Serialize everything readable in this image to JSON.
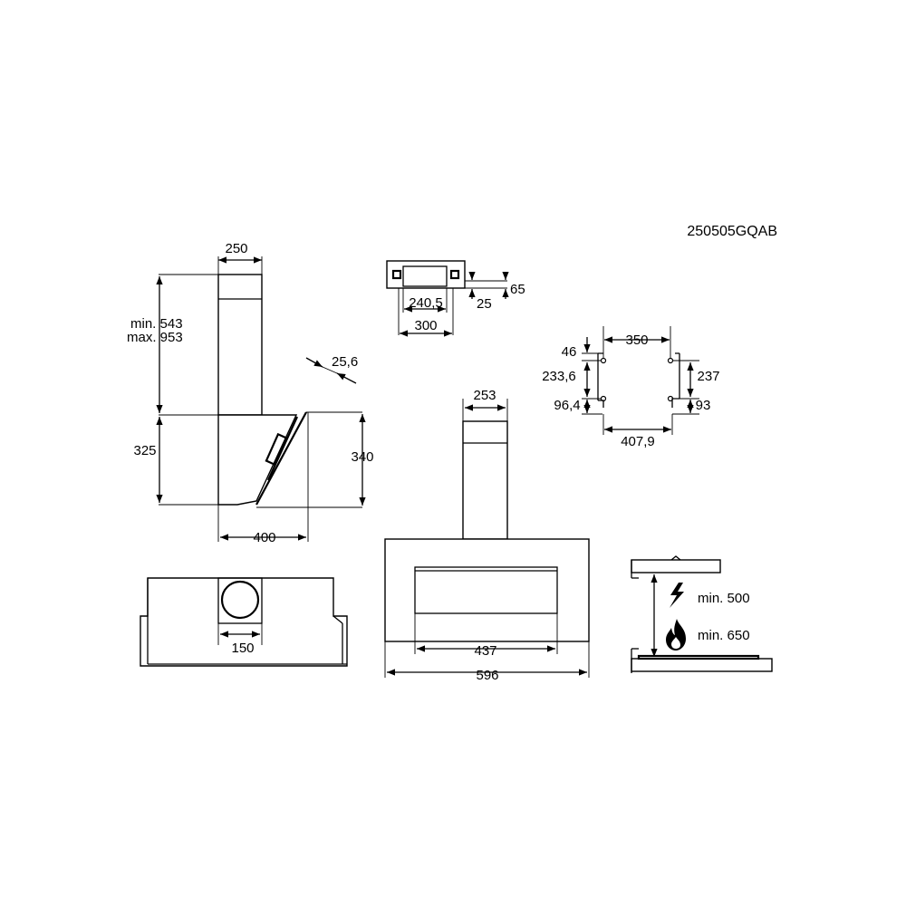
{
  "document": {
    "code": "250505GQAB"
  },
  "side_view": {
    "chimney_width": "250",
    "height_range_min": "min. 543",
    "height_range_max": "max. 953",
    "hood_height": "325",
    "glass_thickness": "25,6",
    "glass_height": "340",
    "depth": "400"
  },
  "top_view": {
    "outlet_diameter": "150"
  },
  "bracket_view": {
    "inner_width": "240,5",
    "outer_width": "300",
    "offset_small": "25",
    "offset_large": "65"
  },
  "mounting_template": {
    "top_spacing": "350",
    "top_offset": "46",
    "left_vertical": "233,6",
    "right_vertical": "237",
    "left_bottom": "96,4",
    "right_bottom": "93",
    "bottom_spacing": "407,9"
  },
  "front_view": {
    "chimney_width": "253",
    "panel_width": "437",
    "total_width": "596"
  },
  "clearance": {
    "electric_min": "min. 500",
    "gas_min": "min. 650",
    "electric_icon": "lightning-icon",
    "gas_icon": "flame-icon"
  }
}
